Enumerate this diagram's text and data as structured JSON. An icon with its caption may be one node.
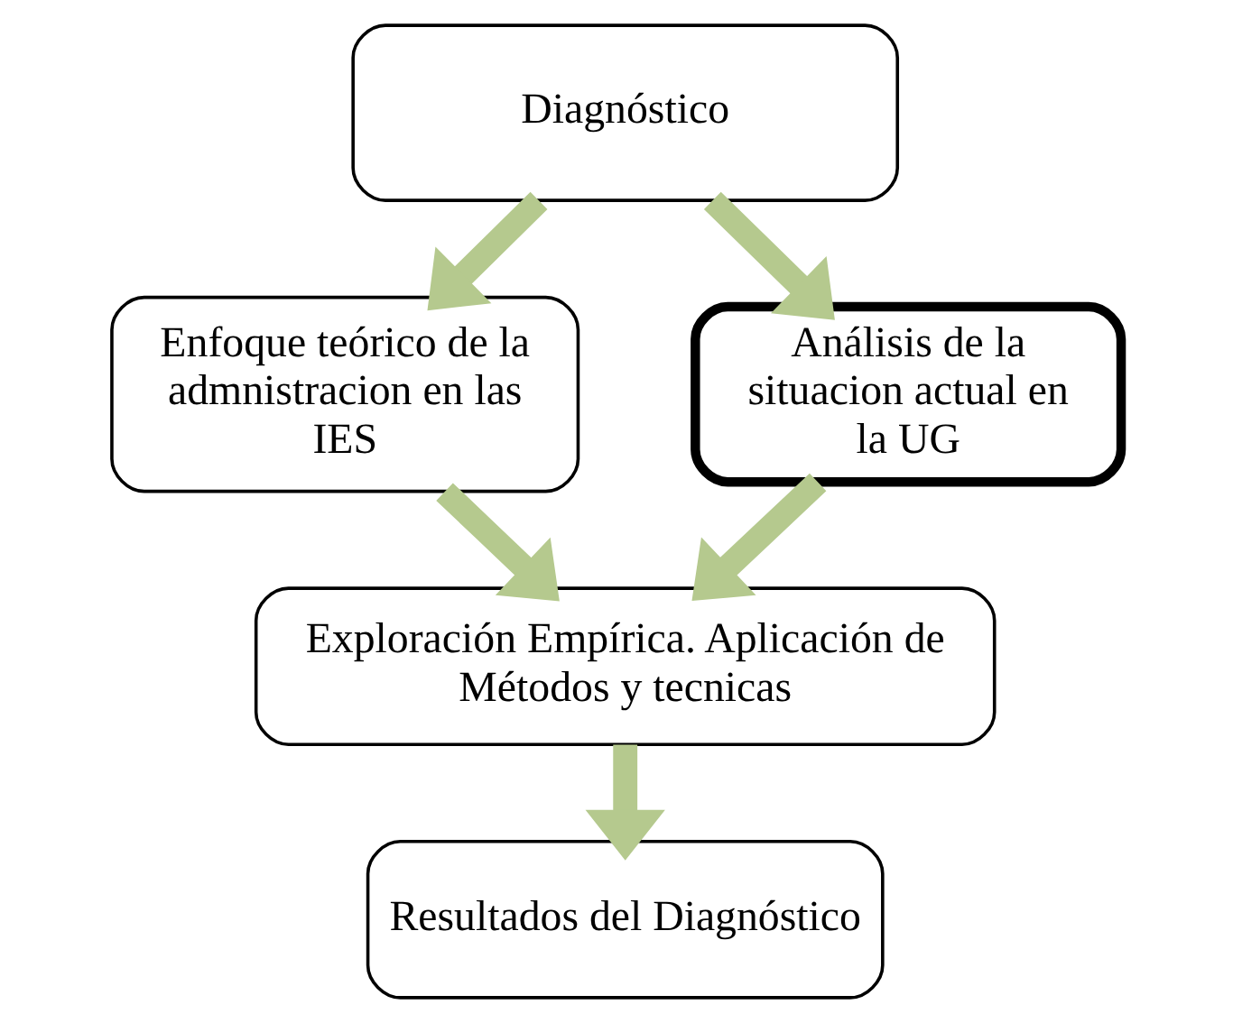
{
  "diagram": {
    "nodes": [
      {
        "text": [
          "Diagnóstico"
        ]
      },
      {
        "text": [
          "Enfoque teórico de la admnistracion en las IES"
        ]
      },
      {
        "text": [
          "Análisis de la situacion actual en la UG"
        ]
      },
      {
        "text": [
          "Exploración Empírica. Aplicación de Métodos y tecnicas"
        ]
      },
      {
        "text": [
          "Resultados del Diagnóstico"
        ]
      }
    ],
    "edges": [
      {
        "from": 0,
        "to": 1,
        "arrow": "to"
      },
      {
        "from": 0,
        "to": 2,
        "arrow": "to"
      },
      {
        "from": 1,
        "to": 3,
        "arrow": "to"
      },
      {
        "from": 2,
        "to": 3,
        "arrow": "to"
      },
      {
        "from": 3,
        "to": 4,
        "arrow": "to"
      }
    ]
  }
}
